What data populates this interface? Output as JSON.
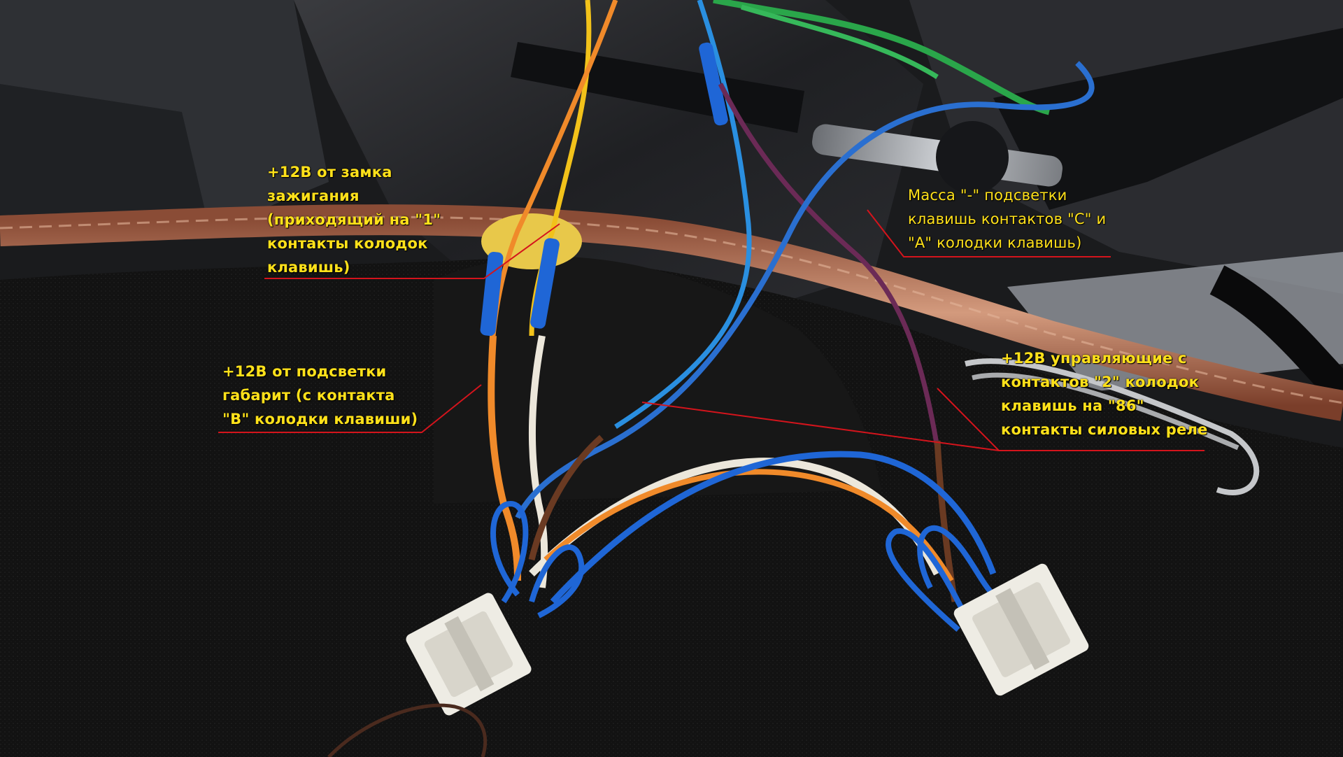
{
  "photo": {
    "alt": ""
  },
  "annotations": [
    {
      "id": "ignition",
      "text": "+12В от замка\nзажигания\n(приходящий на \"1\"\nконтакты колодок\nклавишь)"
    },
    {
      "id": "parking",
      "text": "+12В от подсветки\nгабарит (с контакта\n\"В\" колодки клавиши)"
    },
    {
      "id": "ground",
      "text": "Масса \"-\" подсветки\nклавишь контактов \"С\" и\n\"А\" колодки клавишь)"
    },
    {
      "id": "control",
      "text": "+12В управляющие с\nконтактов \"2\" колодок\nклавишь на \"86\"\nконтакты силовых реле"
    }
  ],
  "colors": {
    "label_text": "#ffe11a",
    "leader_line": "#d4141c",
    "carpet": "#141414",
    "panel": "#2a2b2e",
    "copper": "#b56a4a",
    "wire_blue": "#1f66d6",
    "wire_orange": "#f08a2a",
    "wire_white": "#ece7db",
    "wire_brown": "#6a3a22",
    "wire_purple": "#6b2a56",
    "wire_green": "#2aa64a",
    "wire_yellow": "#f2c21a",
    "connector": "#eeece4"
  }
}
